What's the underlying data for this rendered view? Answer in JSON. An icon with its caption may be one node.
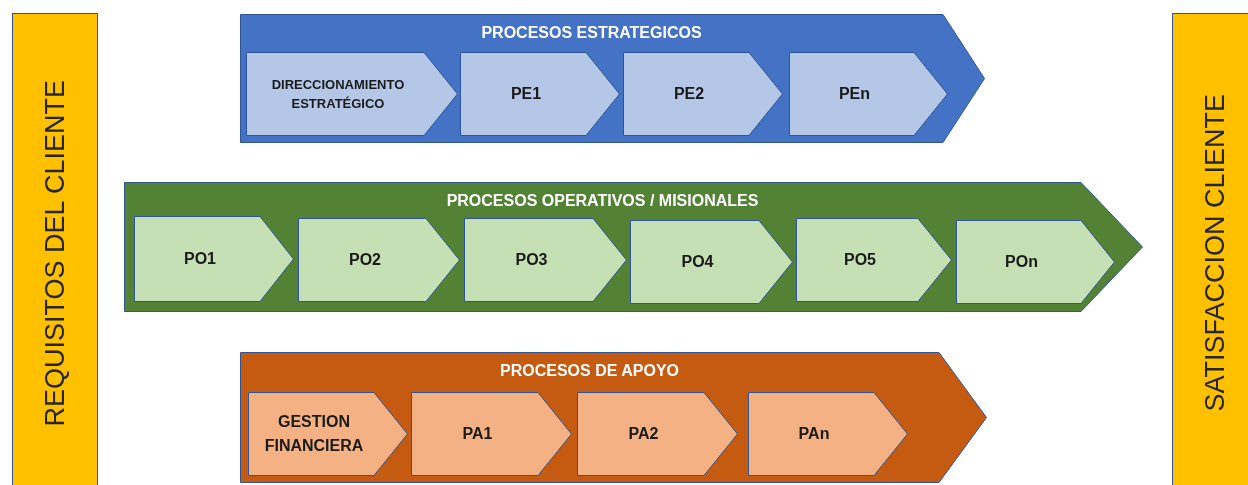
{
  "diagram": {
    "nodes": [
      {
        "text": [
          "REQUISITOS DEL CLIENTE"
        ]
      },
      {
        "text": [
          "PROCESOS ESTRATEGICOS"
        ]
      },
      {
        "text": [
          "DIRECCIONAMIENTO ESTRATÉGICO"
        ],
        "in": 1
      },
      {
        "text": [
          "PE1"
        ],
        "in": 1
      },
      {
        "text": [
          "PE2"
        ],
        "in": 1
      },
      {
        "text": [
          "PEn"
        ],
        "in": 1
      },
      {
        "text": [
          "PROCESOS OPERATIVOS / MISIONALES"
        ]
      },
      {
        "text": [
          "PO1"
        ],
        "in": 6
      },
      {
        "text": [
          "PO2"
        ],
        "in": 6
      },
      {
        "text": [
          "PO3"
        ],
        "in": 6
      },
      {
        "text": [
          "PO4"
        ],
        "in": 6
      },
      {
        "text": [
          "PO5"
        ],
        "in": 6
      },
      {
        "text": [
          "POn"
        ],
        "in": 6
      },
      {
        "text": [
          "PROCESOS DE APOYO"
        ]
      },
      {
        "text": [
          "GESTION FINANCIERA"
        ],
        "in": 13
      },
      {
        "text": [
          "PA1"
        ],
        "in": 13
      },
      {
        "text": [
          "PA2"
        ],
        "in": 13
      },
      {
        "text": [
          "PAn"
        ],
        "in": 13
      },
      {
        "text": [
          "SATISFACCION CLIENTE"
        ]
      }
    ]
  }
}
